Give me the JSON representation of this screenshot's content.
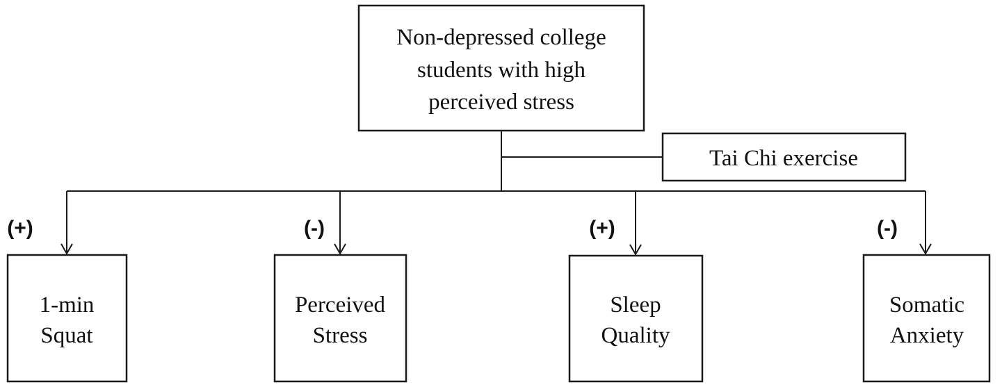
{
  "diagram": {
    "root": {
      "lines": [
        "Non-depressed college",
        "students with high",
        "perceived stress"
      ]
    },
    "intervention": {
      "label": "Tai Chi exercise"
    },
    "outcomes": [
      {
        "sign": "(+)",
        "lines": [
          "1-min",
          "Squat"
        ]
      },
      {
        "sign": "(-)",
        "lines": [
          "Perceived",
          "Stress"
        ]
      },
      {
        "sign": "(+)",
        "lines": [
          "Sleep",
          "Quality"
        ]
      },
      {
        "sign": "(-)",
        "lines": [
          "Somatic",
          "Anxiety"
        ]
      }
    ]
  }
}
